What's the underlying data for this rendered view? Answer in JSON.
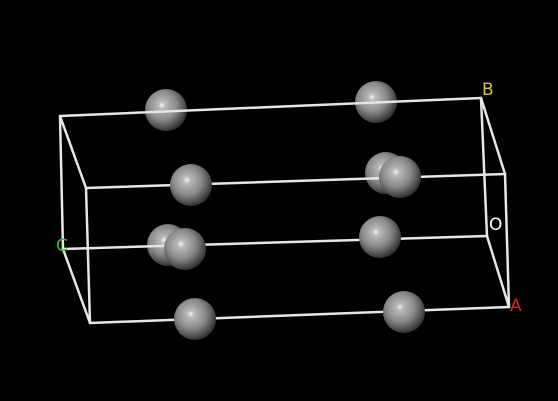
{
  "scene": {
    "background": "#000000",
    "cell_edge_color": "#e6e6e6",
    "atom_color": "#8a8a8a",
    "atom_highlight": "#f4f4f4",
    "atom_shadow": "#2e2e2e"
  },
  "axis_labels": {
    "b": {
      "text": "B",
      "color": "#d2c24a"
    },
    "c": {
      "text": "C",
      "color": "#2fbf2f"
    },
    "o": {
      "text": "O",
      "color": "#ffffff"
    },
    "a": {
      "text": "A",
      "color": "#d22424"
    }
  }
}
